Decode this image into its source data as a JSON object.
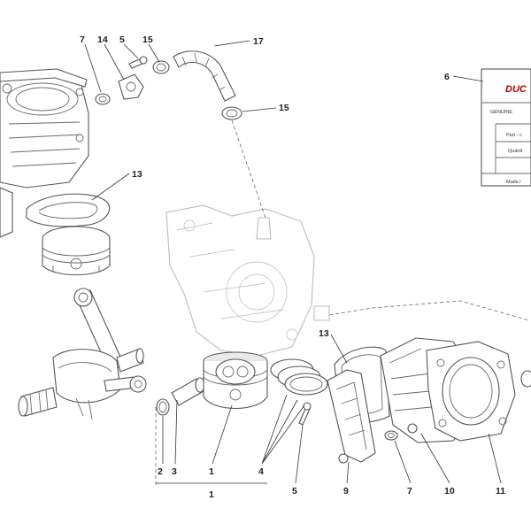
{
  "callouts": {
    "c7_top": "7",
    "c14": "14",
    "c5_top": "5",
    "c15_top": "15",
    "c17": "17",
    "c15_mid": "15",
    "c6": "6",
    "c13_left": "13",
    "c13_mid": "13",
    "c2": "2",
    "c3": "3",
    "c1": "1",
    "c4": "4",
    "c5_bottom": "5",
    "c9": "9",
    "c7_bottom": "7",
    "c10": "10",
    "c11": "11",
    "c1_group": "1"
  },
  "parts_label": {
    "brand": "DUC",
    "line1": "GENUINE",
    "line2": "Part - c",
    "line3": "Quanti",
    "line4": "Made i"
  }
}
